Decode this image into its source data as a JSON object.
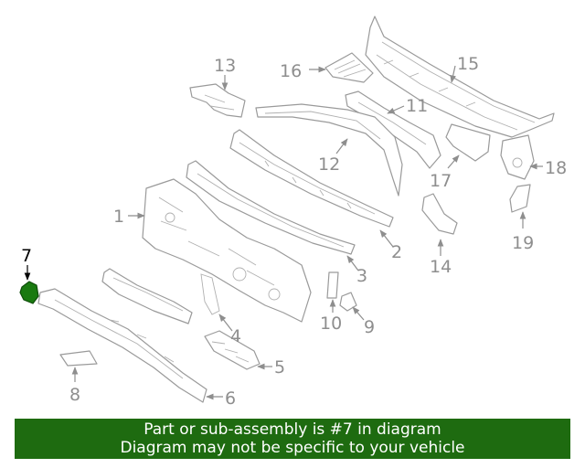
{
  "diagram": {
    "highlight_callout": "7",
    "callouts": [
      "1",
      "2",
      "3",
      "4",
      "5",
      "6",
      "7",
      "8",
      "9",
      "10",
      "11",
      "12",
      "13",
      "14",
      "15",
      "16",
      "17",
      "18",
      "19"
    ],
    "colors": {
      "part_stroke": "#9a9a9a",
      "callout_text": "#8e8e8e",
      "highlight_fill": "#1a7a10",
      "banner_bg": "#1e6b10",
      "banner_text": "#ffffff"
    }
  },
  "banner": {
    "line1": "Part or sub-assembly is #7 in diagram",
    "line2": "Diagram may not be specific to your vehicle"
  }
}
